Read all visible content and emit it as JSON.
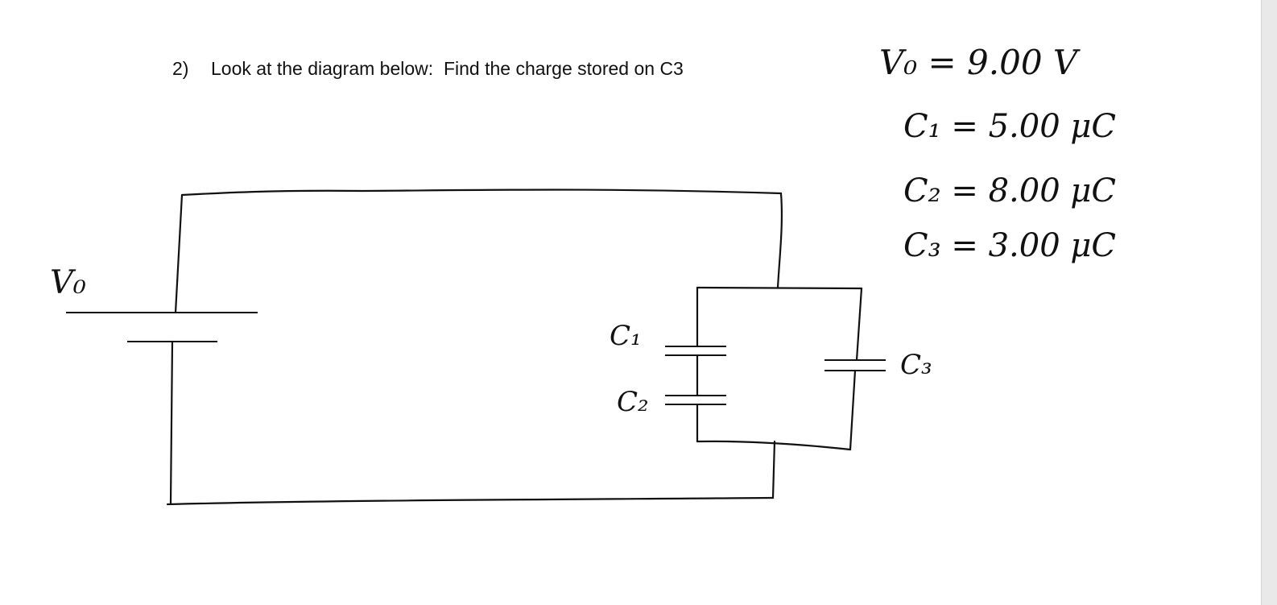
{
  "question": {
    "number": "2)",
    "text": "Look at the diagram below:  Find the charge stored on C3"
  },
  "given": {
    "v0": "V₀ = 9.00 V",
    "c1": "C₁ = 5.00 μC",
    "c2": "C₂ = 8.00 μC",
    "c3": "C₃ = 3.00 μC"
  },
  "circuit": {
    "battery_label": "V₀",
    "c1_label": "C₁",
    "c2_label": "C₂",
    "c3_label": "C₃"
  }
}
